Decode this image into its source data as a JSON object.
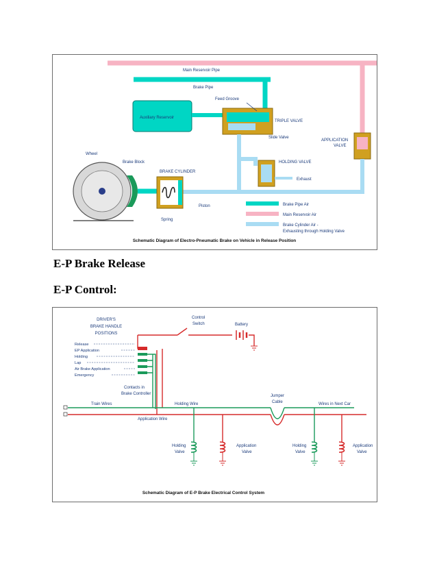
{
  "figure1": {
    "caption": "Schematic Diagram of Electro-Pneumatic Brake on Vehicle in Release Position",
    "labels": {
      "main_reservoir_pipe": "Main Reservoir Pipe",
      "brake_pipe": "Brake Pipe",
      "feed_groove": "Feed Groove",
      "auxiliary_reservoir": "Auxiliary Reservoir",
      "triple_valve": "TRIPLE VALVE",
      "slide_valve": "Slide Valve",
      "application_valve_1": "APPLICATION",
      "application_valve_2": "VALVE",
      "holding_valve": "HOLDING VALVE",
      "exhaust": "Exhaust",
      "wheel": "Wheel",
      "brake_block": "Brake Block",
      "brake_cylinder": "BRAKE CYLINDER",
      "piston": "Piston",
      "spring": "Spring"
    },
    "legend": [
      {
        "label": "Brake Pipe Air",
        "color": "#00d6c4"
      },
      {
        "label": "Main Reservoir Air",
        "color": "#f7b3c3"
      },
      {
        "label": "Brake Cylinder Air -",
        "label2": "Exhausting through Holding Valve",
        "color": "#a9dcf3"
      }
    ]
  },
  "heading1": "E-P Brake Release",
  "heading2": "E-P Control:",
  "figure2": {
    "caption": "Schematic Diagram of E-P Brake Electrical Control System",
    "labels": {
      "drivers_1": "DRIVER'S",
      "drivers_2": "BRAKE HANDLE",
      "drivers_3": "POSITIONS",
      "control_1": "Control",
      "control_2": "Switch",
      "battery": "Battery",
      "contacts_1": "Contacts in",
      "contacts_2": "Brake Controller",
      "train_wires": "Train Wires",
      "application_wire": "Application Wire",
      "holding_wire": "Holding Wire",
      "jumper_1": "Jumper",
      "jumper_2": "Cable",
      "wires_next_car": "Wires in Next Car",
      "holding_valve_1": "Holding",
      "holding_valve_2": "Valve",
      "application_valve_1": "Application",
      "application_valve_2": "Valve"
    },
    "positions": [
      "Release",
      "EP Application",
      "Holding",
      "Lap",
      "Air Brake Application",
      "Emergency"
    ]
  }
}
